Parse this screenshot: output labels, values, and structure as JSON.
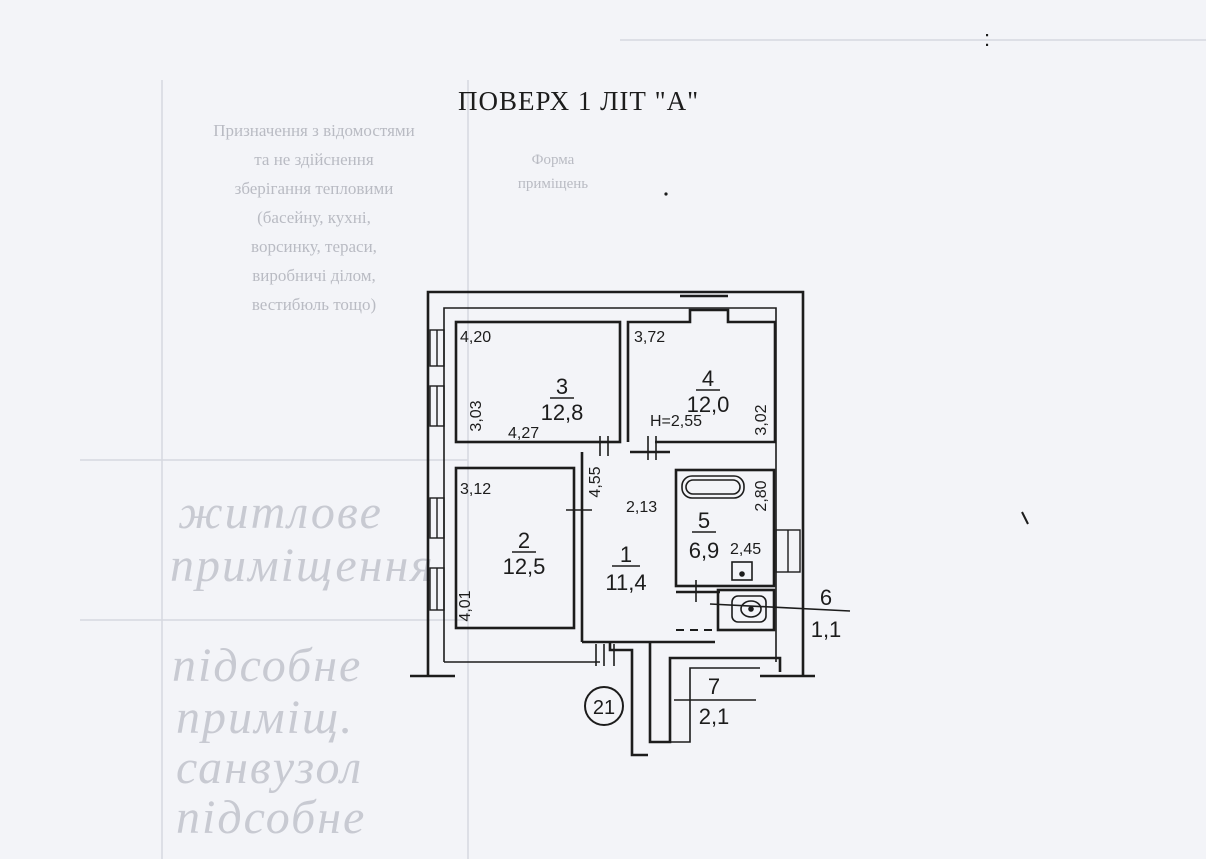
{
  "title": "ПОВЕРХ 1  ЛІТ \"А\"",
  "background_form": {
    "column_text": [
      "Призначення з відомостями",
      "та не здійснення",
      "зберігання тепловими",
      "(басейну, кухні,",
      "ворсинку, тераси,",
      "виробничі ділом,",
      "вестибюль тощо)"
    ],
    "form_label": [
      "Форма",
      "приміщень"
    ],
    "handwriting": [
      "житлове",
      "приміщення",
      "підсобне",
      "приміщ.",
      "санвузол",
      "підсобне"
    ]
  },
  "rooms": [
    {
      "number": "1",
      "area": "11,4"
    },
    {
      "number": "2",
      "area": "12,5"
    },
    {
      "number": "3",
      "area": "12,8"
    },
    {
      "number": "4",
      "area": "12,0"
    },
    {
      "number": "5",
      "area": "6,9"
    },
    {
      "number": "6",
      "area": "1,1"
    },
    {
      "number": "7",
      "area": "2,1"
    }
  ],
  "dimensions": {
    "room3_width": "4,20",
    "room3_height": "3,03",
    "room3_bottom": "4,27",
    "room4_width": "3,72",
    "room4_height": "3,02",
    "ceiling_height": "Н=2,55",
    "hall_length": "4,55",
    "hall_width": "2,13",
    "room2_width": "3,12",
    "room2_height": "4,01",
    "room5_height": "2,80",
    "room5_width": "2,45"
  },
  "marker": "21",
  "icons": [
    "bathtub-icon",
    "toilet-icon",
    "sink-icon",
    "window-icon",
    "door-icon"
  ]
}
